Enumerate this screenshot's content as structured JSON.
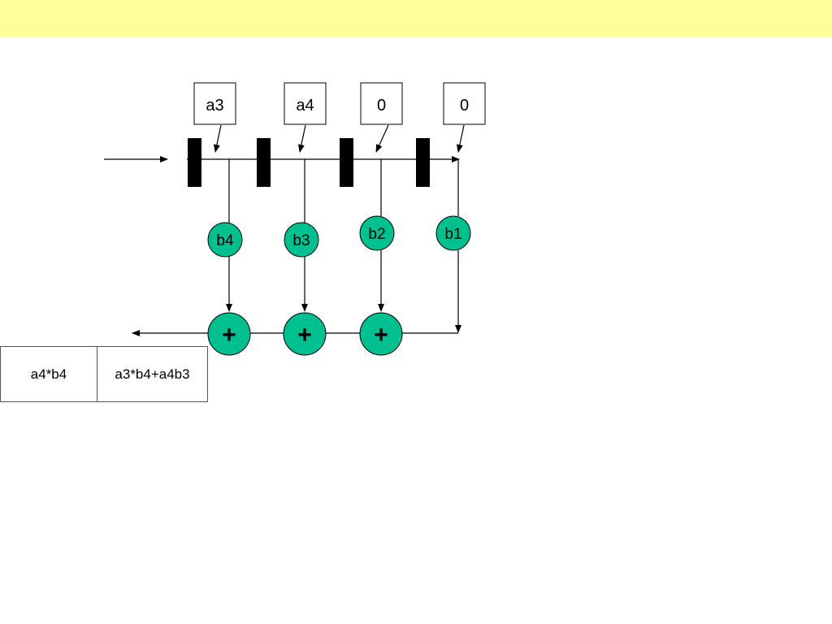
{
  "inputs": [
    "a3",
    "a4",
    "0",
    "0"
  ],
  "coefficients": [
    "b4",
    "b3",
    "b2",
    "b1"
  ],
  "adders": [
    "+",
    "+",
    "+"
  ],
  "results": [
    "a4*b4",
    "a3*b4+a4b3"
  ],
  "colors": {
    "title_bar": "#ffff99",
    "node_fill": "#00c090",
    "register": "#000000",
    "line": "#000000"
  }
}
